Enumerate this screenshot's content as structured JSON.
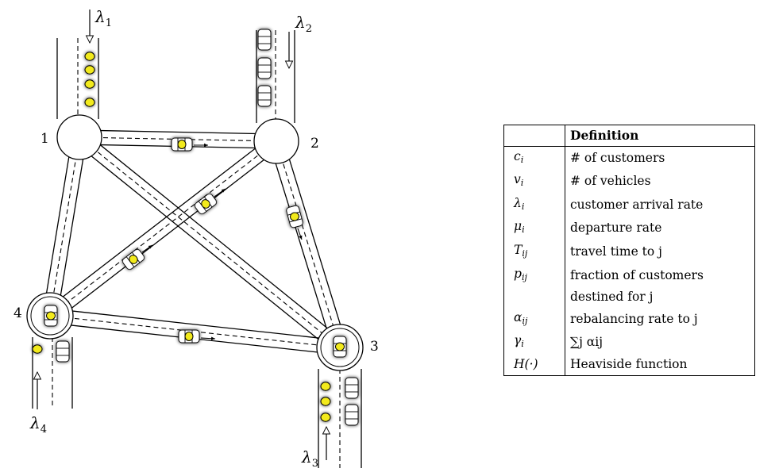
{
  "diagram": {
    "nodes": [
      {
        "id": "1",
        "label": "1"
      },
      {
        "id": "2",
        "label": "2"
      },
      {
        "id": "3",
        "label": "3"
      },
      {
        "id": "4",
        "label": "4"
      }
    ],
    "arrivals": [
      {
        "symbol": "λ",
        "sub": "1"
      },
      {
        "symbol": "λ",
        "sub": "2"
      },
      {
        "symbol": "λ",
        "sub": "3"
      },
      {
        "symbol": "λ",
        "sub": "4"
      }
    ]
  },
  "table": {
    "header": {
      "symbol": "",
      "definition": "Definition"
    },
    "rows": [
      {
        "sym": "c",
        "sub": "i",
        "def": "# of customers"
      },
      {
        "sym": "v",
        "sub": "i",
        "def": "# of vehicles"
      },
      {
        "sym": "λ",
        "sub": "i",
        "def": "customer arrival rate"
      },
      {
        "sym": "μ",
        "sub": "i",
        "def": "departure rate"
      },
      {
        "sym": "T",
        "sub": "ij",
        "def": "travel time to j"
      },
      {
        "sym": "p",
        "sub": "ij",
        "def": "fraction of customers"
      },
      {
        "sym": "",
        "sub": "",
        "def": "destined for j"
      },
      {
        "sym": "α",
        "sub": "ij",
        "def": "rebalancing rate to j"
      },
      {
        "sym": "γ",
        "sub": "i",
        "def": "∑j αij"
      },
      {
        "sym": "H(·)",
        "sub": "",
        "def": "Heaviside function"
      }
    ]
  },
  "colors": {
    "customer": "#f2ea1c",
    "vehicle": "#ffffff",
    "stroke": "#000000"
  }
}
